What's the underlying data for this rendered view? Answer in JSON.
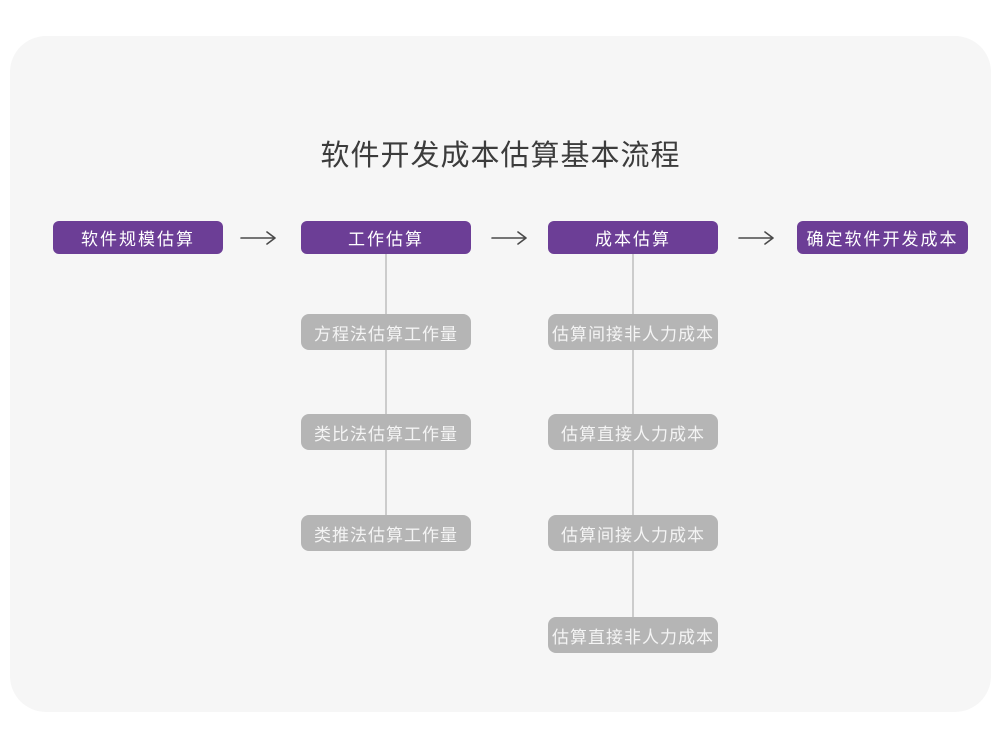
{
  "title": "软件开发成本估算基本流程",
  "flow": {
    "stages": [
      {
        "label": "软件规模估算"
      },
      {
        "label": "工作估算"
      },
      {
        "label": "成本估算"
      },
      {
        "label": "确定软件开发成本"
      }
    ]
  },
  "work_methods": [
    "方程法估算工作量",
    "类比法估算工作量",
    "类推法估算工作量"
  ],
  "cost_items": [
    "估算间接非人力成本",
    "估算直接人力成本",
    "估算间接人力成本",
    "估算直接非人力成本"
  ],
  "colors": {
    "stage_box": "#6C3E96",
    "sub_box": "#B5B5B5",
    "card_background": "#F6F6F6",
    "arrow": "#4A4A4A",
    "connector": "#CCCCCC",
    "title_text": "#3C3C3C"
  }
}
